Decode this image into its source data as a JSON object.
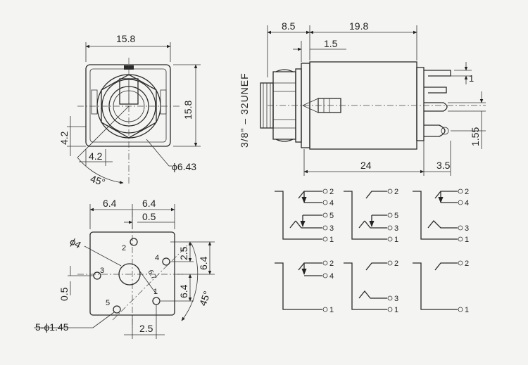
{
  "front_view": {
    "width": "15.8",
    "height": "15.8",
    "offset_v": "4.2",
    "offset_h": "4.2",
    "angle": "45°",
    "diameter": "ϕ6.43"
  },
  "side_view": {
    "top_left": "8.5",
    "top_right": "19.8",
    "top_inner": "1.5",
    "thread": "3/8\" – 32UNEF",
    "right_a": "1",
    "right_b": "1.55",
    "bottom_len": "24",
    "bottom_right": "3.5"
  },
  "pcb_view": {
    "top_a": "6.4",
    "top_b": "6.4",
    "top_c": "0.5",
    "right_a": "2.5",
    "right_b": "6.4",
    "right_c": "6.4",
    "left": "0.5",
    "hole_dia": "ϕ4",
    "holes": "5-ϕ1.45",
    "bottom": "2.5",
    "angle": "45°",
    "diag": "6.7",
    "pin_1": "1",
    "pin_2": "2",
    "pin_3": "3",
    "pin_4": "4",
    "pin_5": "5"
  },
  "schematics": [
    {
      "pins": [
        "2",
        "4",
        "5",
        "3",
        "1"
      ]
    },
    {
      "pins": [
        "2",
        "5",
        "3",
        "1"
      ]
    },
    {
      "pins": [
        "2",
        "4",
        "3",
        "1"
      ]
    },
    {
      "pins": [
        "2",
        "4",
        "1"
      ]
    },
    {
      "pins": [
        "2",
        "3",
        "1"
      ]
    },
    {
      "pins": [
        "2",
        "1"
      ]
    }
  ]
}
